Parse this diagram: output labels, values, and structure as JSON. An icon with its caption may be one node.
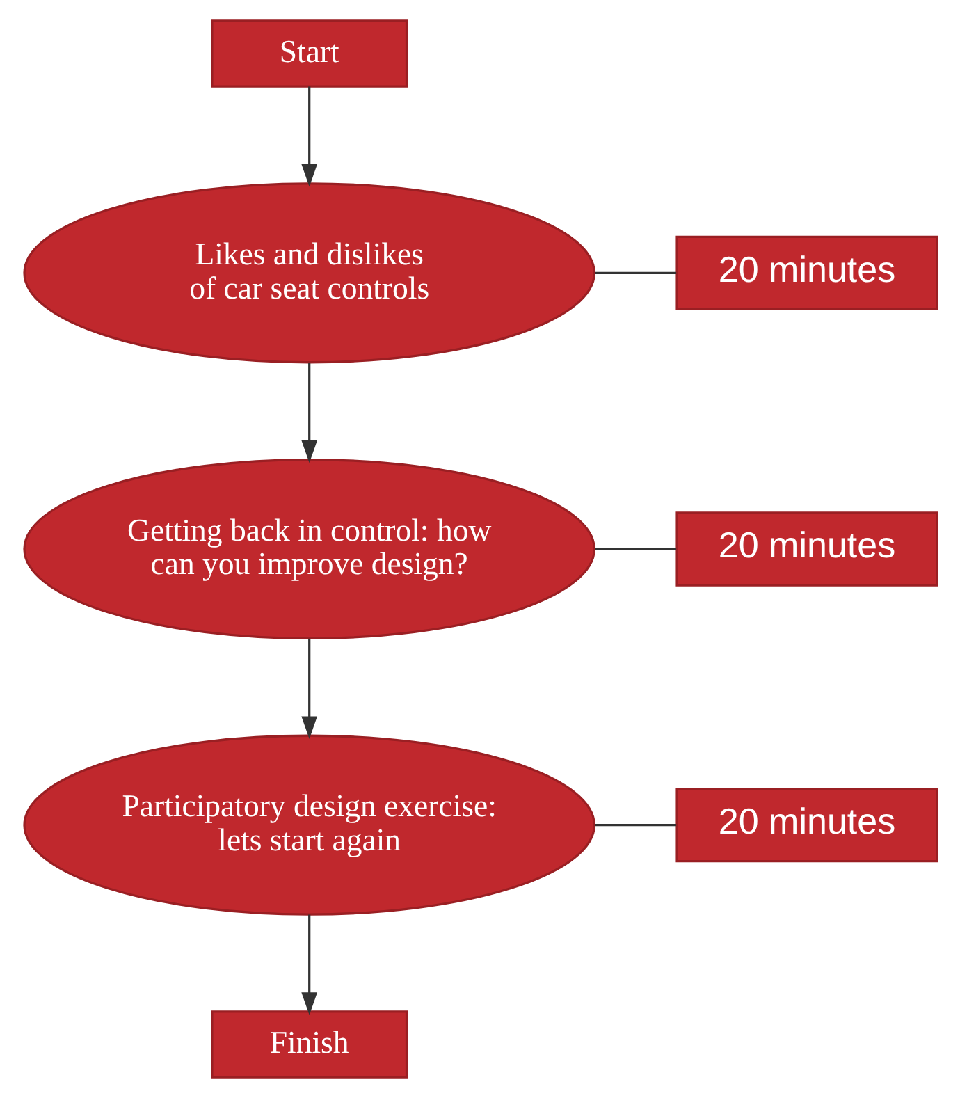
{
  "diagram": {
    "nodes": [
      {
        "text": [
          "Start"
        ]
      },
      {
        "text": [
          "Likes and dislikes of car seat controls"
        ]
      },
      {
        "text": [
          "20 minutes"
        ]
      },
      {
        "text": [
          "Getting back in control: how can you improve design?"
        ]
      },
      {
        "text": [
          "20 minutes"
        ]
      },
      {
        "text": [
          "Participatory design exercise: lets start again"
        ]
      },
      {
        "text": [
          "20 minutes"
        ]
      },
      {
        "text": [
          "Finish"
        ]
      }
    ],
    "edges": [
      {
        "from": 0,
        "to": 1,
        "arrow": "to"
      },
      {
        "from": 1,
        "to": 2,
        "arrow": "none"
      },
      {
        "from": 1,
        "to": 3,
        "arrow": "to"
      },
      {
        "from": 3,
        "to": 4,
        "arrow": "none"
      },
      {
        "from": 3,
        "to": 5,
        "arrow": "to"
      },
      {
        "from": 5,
        "to": 6,
        "arrow": "none"
      },
      {
        "from": 5,
        "to": 7,
        "arrow": "to"
      }
    ]
  }
}
